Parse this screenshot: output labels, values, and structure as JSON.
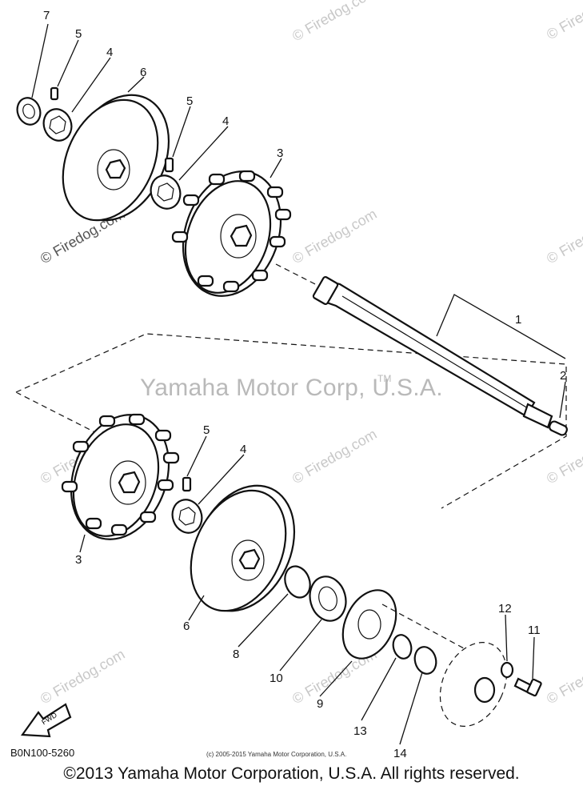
{
  "watermark": "© Firedog.com",
  "center_watermark": "Yamaha Motor Corp, U.S.A.",
  "trademark": "TM",
  "front_label": "FWD",
  "diagram_code": "B0N100-5260",
  "small_copyright": "(c) 2005-2015 Yamaha Motor Corporation, U.S.A.",
  "footer": "©2013 Yamaha Motor Corporation, U.S.A. All rights reserved.",
  "callouts": {
    "c1": "1",
    "c2": "2",
    "c3a": "3",
    "c3b": "3",
    "c4a": "4",
    "c4b": "4",
    "c4c": "4",
    "c5a": "5",
    "c5b": "5",
    "c5c": "5",
    "c6a": "6",
    "c6b": "6",
    "c7": "7",
    "c8": "8",
    "c9": "9",
    "c10": "10",
    "c11": "11",
    "c12": "12",
    "c13": "13",
    "c14": "14"
  }
}
